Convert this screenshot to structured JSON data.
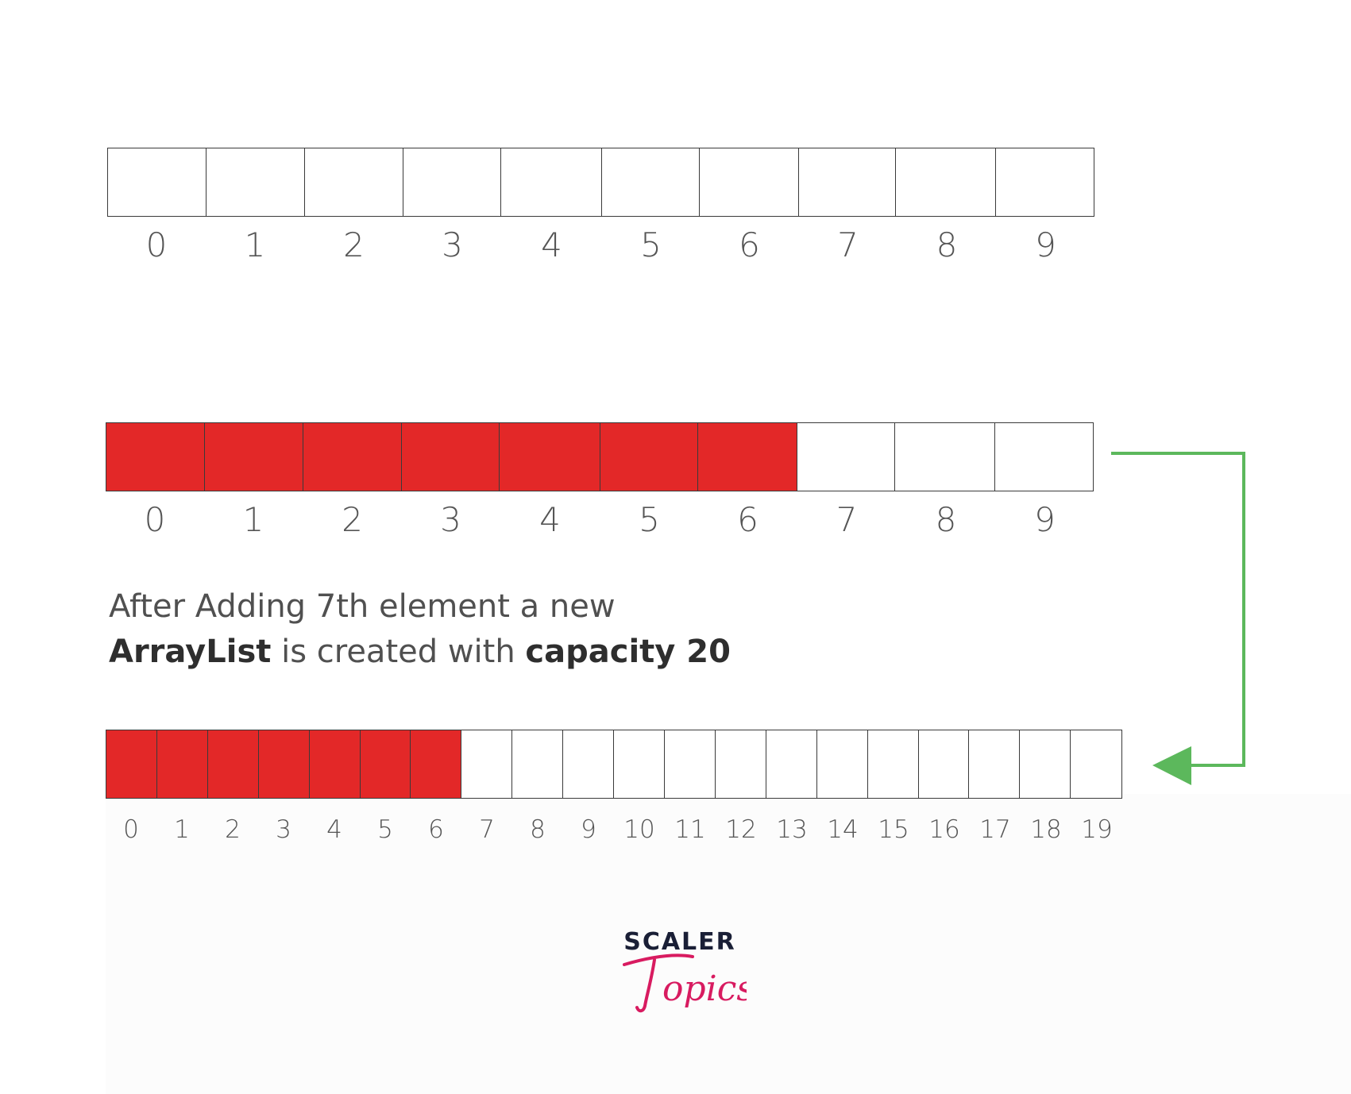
{
  "arrays": [
    {
      "capacity": 10,
      "filled": 0,
      "indices": [
        "0",
        "1",
        "2",
        "3",
        "4",
        "5",
        "6",
        "7",
        "8",
        "9"
      ]
    },
    {
      "capacity": 10,
      "filled": 7,
      "indices": [
        "0",
        "1",
        "2",
        "3",
        "4",
        "5",
        "6",
        "7",
        "8",
        "9"
      ]
    },
    {
      "capacity": 20,
      "filled": 7,
      "indices": [
        "0",
        "1",
        "2",
        "3",
        "4",
        "5",
        "6",
        "7",
        "8",
        "9",
        "10",
        "11",
        "12",
        "13",
        "14",
        "15",
        "16",
        "17",
        "18",
        "19"
      ]
    }
  ],
  "caption": {
    "line1": "After Adding 7th element a new",
    "line2_bold_a": "ArrayList",
    "line2_mid": " is created with ",
    "line2_bold_b": "capacity 20"
  },
  "logo": {
    "brand": "SCALER",
    "sub": "Topics"
  },
  "colors": {
    "filled": "#e32828",
    "arrow": "#5cb85c",
    "logo_dark": "#1a1f36",
    "logo_pink": "#d81b60"
  }
}
